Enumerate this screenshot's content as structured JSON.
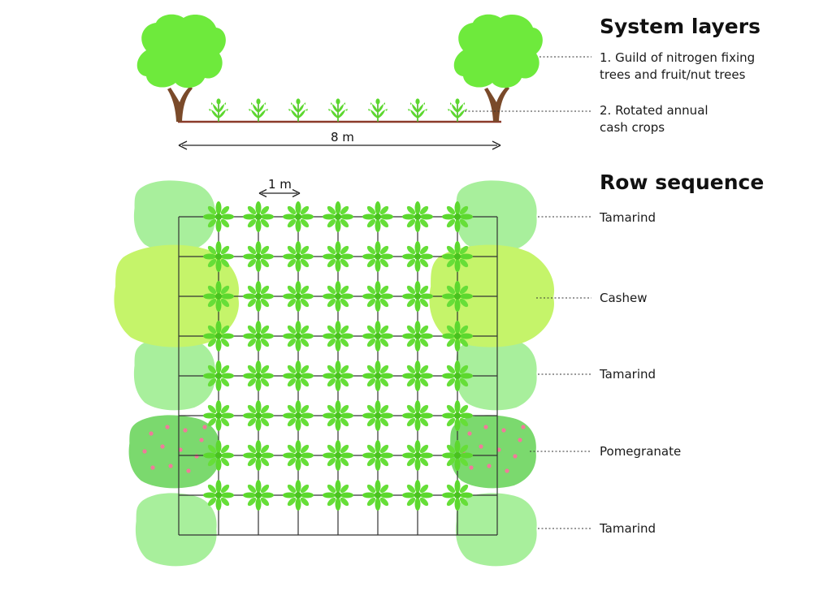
{
  "system": {
    "title": "System layers",
    "layers": [
      {
        "line1": "1. Guild of nitrogen fixing",
        "line2": "trees and fruit/nut trees"
      },
      {
        "line1": "2. Rotated annual",
        "line2": "cash crops"
      }
    ],
    "width_label": "8 m"
  },
  "rows": {
    "title": "Row sequence",
    "spacing_label": "1 m",
    "items": [
      "Tamarind",
      "Cashew",
      "Tamarind",
      "Pomegranate",
      "Tamarind"
    ]
  },
  "colors": {
    "tree_foliage": "#6EEA3C",
    "trunk": "#7A4A2A",
    "crop": "#5CD82E",
    "tamarind": "#A8EF9C",
    "cashew": "#C5F46A",
    "pomegranate": "#7BD96E",
    "pomegranate_fruit": "#F07A9A"
  }
}
